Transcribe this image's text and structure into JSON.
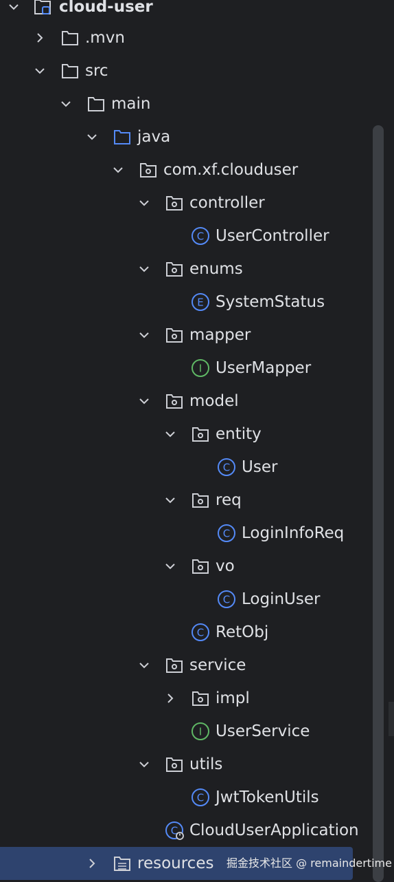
{
  "tree": {
    "root": {
      "label": "cloud-user"
    },
    "items": [
      {
        "label": ".mvn"
      },
      {
        "label": "src"
      },
      {
        "label": "main"
      },
      {
        "label": "java"
      },
      {
        "label": "com.xf.clouduser"
      },
      {
        "label": "controller"
      },
      {
        "label": "UserController",
        "kind": "C"
      },
      {
        "label": "enums"
      },
      {
        "label": "SystemStatus",
        "kind": "E"
      },
      {
        "label": "mapper"
      },
      {
        "label": "UserMapper",
        "kind": "I"
      },
      {
        "label": "model"
      },
      {
        "label": "entity"
      },
      {
        "label": "User",
        "kind": "C"
      },
      {
        "label": "req"
      },
      {
        "label": "LoginInfoReq",
        "kind": "C"
      },
      {
        "label": "vo"
      },
      {
        "label": "LoginUser",
        "kind": "C"
      },
      {
        "label": "RetObj",
        "kind": "C"
      },
      {
        "label": "service"
      },
      {
        "label": "impl"
      },
      {
        "label": "UserService",
        "kind": "I"
      },
      {
        "label": "utils"
      },
      {
        "label": "JwtTokenUtils",
        "kind": "C"
      },
      {
        "label": "CloudUserApplication",
        "kind": "C"
      },
      {
        "label": "resources"
      }
    ]
  },
  "watermark": "掘金技术社区 @ remaindertime",
  "colors": {
    "background": "#1e1f22",
    "text": "#dfe1e5",
    "icon_grey": "#ced0d6",
    "class_icon": "#548af7",
    "interface_icon": "#5fb865",
    "selection": "#2e436e"
  }
}
